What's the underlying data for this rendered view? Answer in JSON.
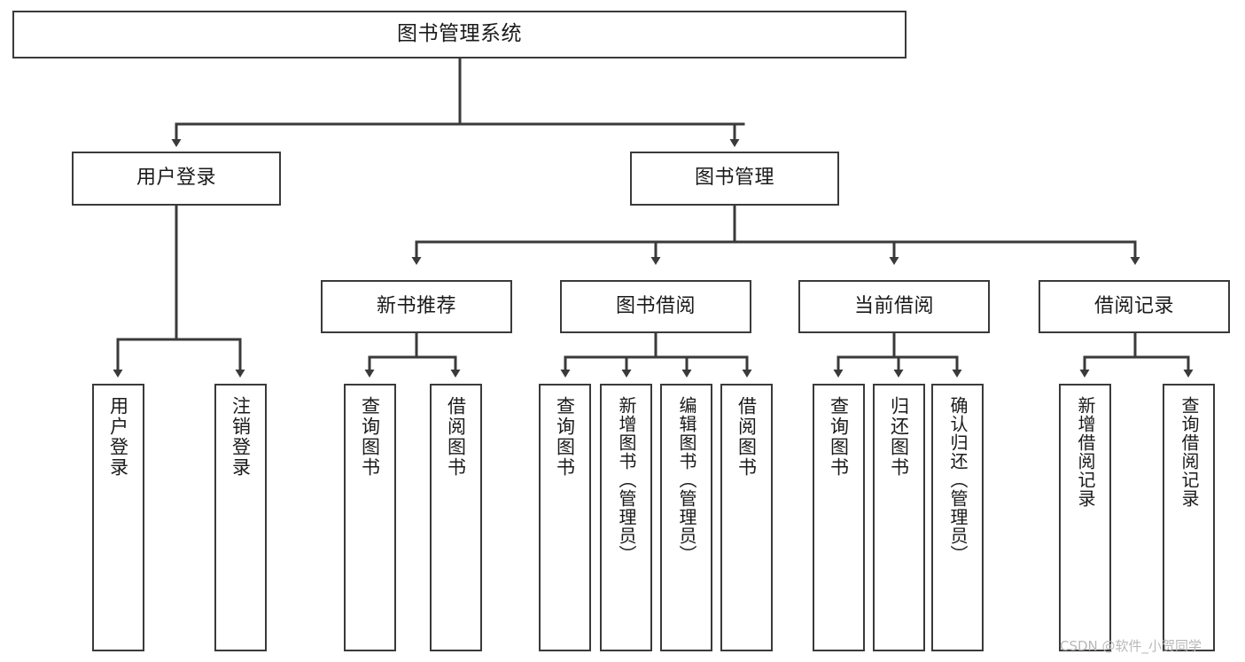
{
  "diagram": {
    "title": "图书管理系统",
    "type": "tree-hierarchy",
    "orientation": "top-down",
    "watermark": "CSDN @软件_小贺同学",
    "colors": {
      "stroke": "#3a3a3a",
      "fill": "#ffffff",
      "text": "#1a1a1a",
      "watermark": "#b8b8b8"
    }
  },
  "nodes": {
    "root": {
      "label": "图书管理系统"
    },
    "level2": [
      {
        "id": "user-login",
        "label": "用户登录"
      },
      {
        "id": "book-manage",
        "label": "图书管理"
      }
    ],
    "level3": [
      {
        "id": "new-book-recommend",
        "label": "新书推荐"
      },
      {
        "id": "book-borrow",
        "label": "图书借阅"
      },
      {
        "id": "current-borrow",
        "label": "当前借阅"
      },
      {
        "id": "borrow-record",
        "label": "借阅记录"
      }
    ],
    "leaves": {
      "user-login": [
        {
          "id": "leaf-user-login",
          "label": "用户登录"
        },
        {
          "id": "leaf-logout-login",
          "label": "注销登录"
        }
      ],
      "new-book-recommend": [
        {
          "id": "leaf-query-book-1",
          "label": "查询图书"
        },
        {
          "id": "leaf-borrow-book-1",
          "label": "借阅图书"
        }
      ],
      "book-borrow": [
        {
          "id": "leaf-query-book-2",
          "label": "查询图书"
        },
        {
          "id": "leaf-add-book",
          "label": "新增图书（管理员）"
        },
        {
          "id": "leaf-edit-book",
          "label": "编辑图书（管理员）"
        },
        {
          "id": "leaf-borrow-book-2",
          "label": "借阅图书"
        }
      ],
      "current-borrow": [
        {
          "id": "leaf-query-book-3",
          "label": "查询图书"
        },
        {
          "id": "leaf-return-book",
          "label": "归还图书"
        },
        {
          "id": "leaf-confirm-return",
          "label": "确认归还（管理员）"
        }
      ],
      "borrow-record": [
        {
          "id": "leaf-add-record",
          "label": "新增借阅记录"
        },
        {
          "id": "leaf-query-record",
          "label": "查询借阅记录"
        }
      ]
    }
  }
}
